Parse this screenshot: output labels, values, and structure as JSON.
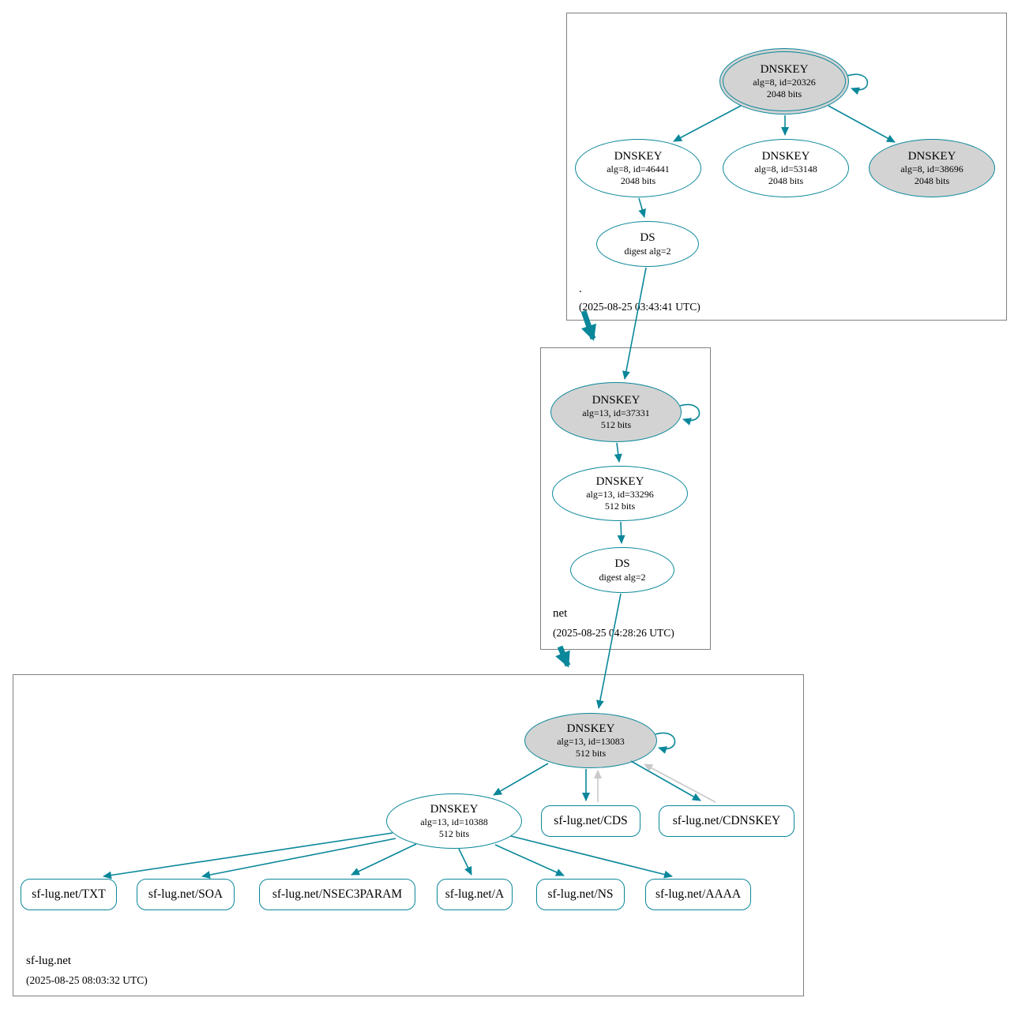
{
  "colors": {
    "edge": "#0a879a",
    "gray_edge": "#c9c9c9",
    "ksk_fill": "#d3d3d3"
  },
  "zones": {
    "root": {
      "label": ".",
      "timestamp": "(2025-08-25 03:43:41 UTC)",
      "ksk": {
        "title": "DNSKEY",
        "detail": "alg=8, id=20326",
        "bits": "2048 bits"
      },
      "zsk1": {
        "title": "DNSKEY",
        "detail": "alg=8, id=46441",
        "bits": "2048 bits"
      },
      "zsk2": {
        "title": "DNSKEY",
        "detail": "alg=8, id=53148",
        "bits": "2048 bits"
      },
      "zsk3": {
        "title": "DNSKEY",
        "detail": "alg=8, id=38696",
        "bits": "2048 bits"
      },
      "ds": {
        "title": "DS",
        "detail": "digest alg=2"
      }
    },
    "net": {
      "label": "net",
      "timestamp": "(2025-08-25 04:28:26 UTC)",
      "ksk": {
        "title": "DNSKEY",
        "detail": "alg=13, id=37331",
        "bits": "512 bits"
      },
      "zsk": {
        "title": "DNSKEY",
        "detail": "alg=13, id=33296",
        "bits": "512 bits"
      },
      "ds": {
        "title": "DS",
        "detail": "digest alg=2"
      }
    },
    "sflug": {
      "label": "sf-lug.net",
      "timestamp": "(2025-08-25 08:03:32 UTC)",
      "ksk": {
        "title": "DNSKEY",
        "detail": "alg=13, id=13083",
        "bits": "512 bits"
      },
      "zsk": {
        "title": "DNSKEY",
        "detail": "alg=13, id=10388",
        "bits": "512 bits"
      },
      "cds": "sf-lug.net/CDS",
      "cdnskey": "sf-lug.net/CDNSKEY",
      "rrsets": {
        "txt": "sf-lug.net/TXT",
        "soa": "sf-lug.net/SOA",
        "nsec3param": "sf-lug.net/NSEC3PARAM",
        "a": "sf-lug.net/A",
        "ns": "sf-lug.net/NS",
        "aaaa": "sf-lug.net/AAAA"
      }
    }
  }
}
